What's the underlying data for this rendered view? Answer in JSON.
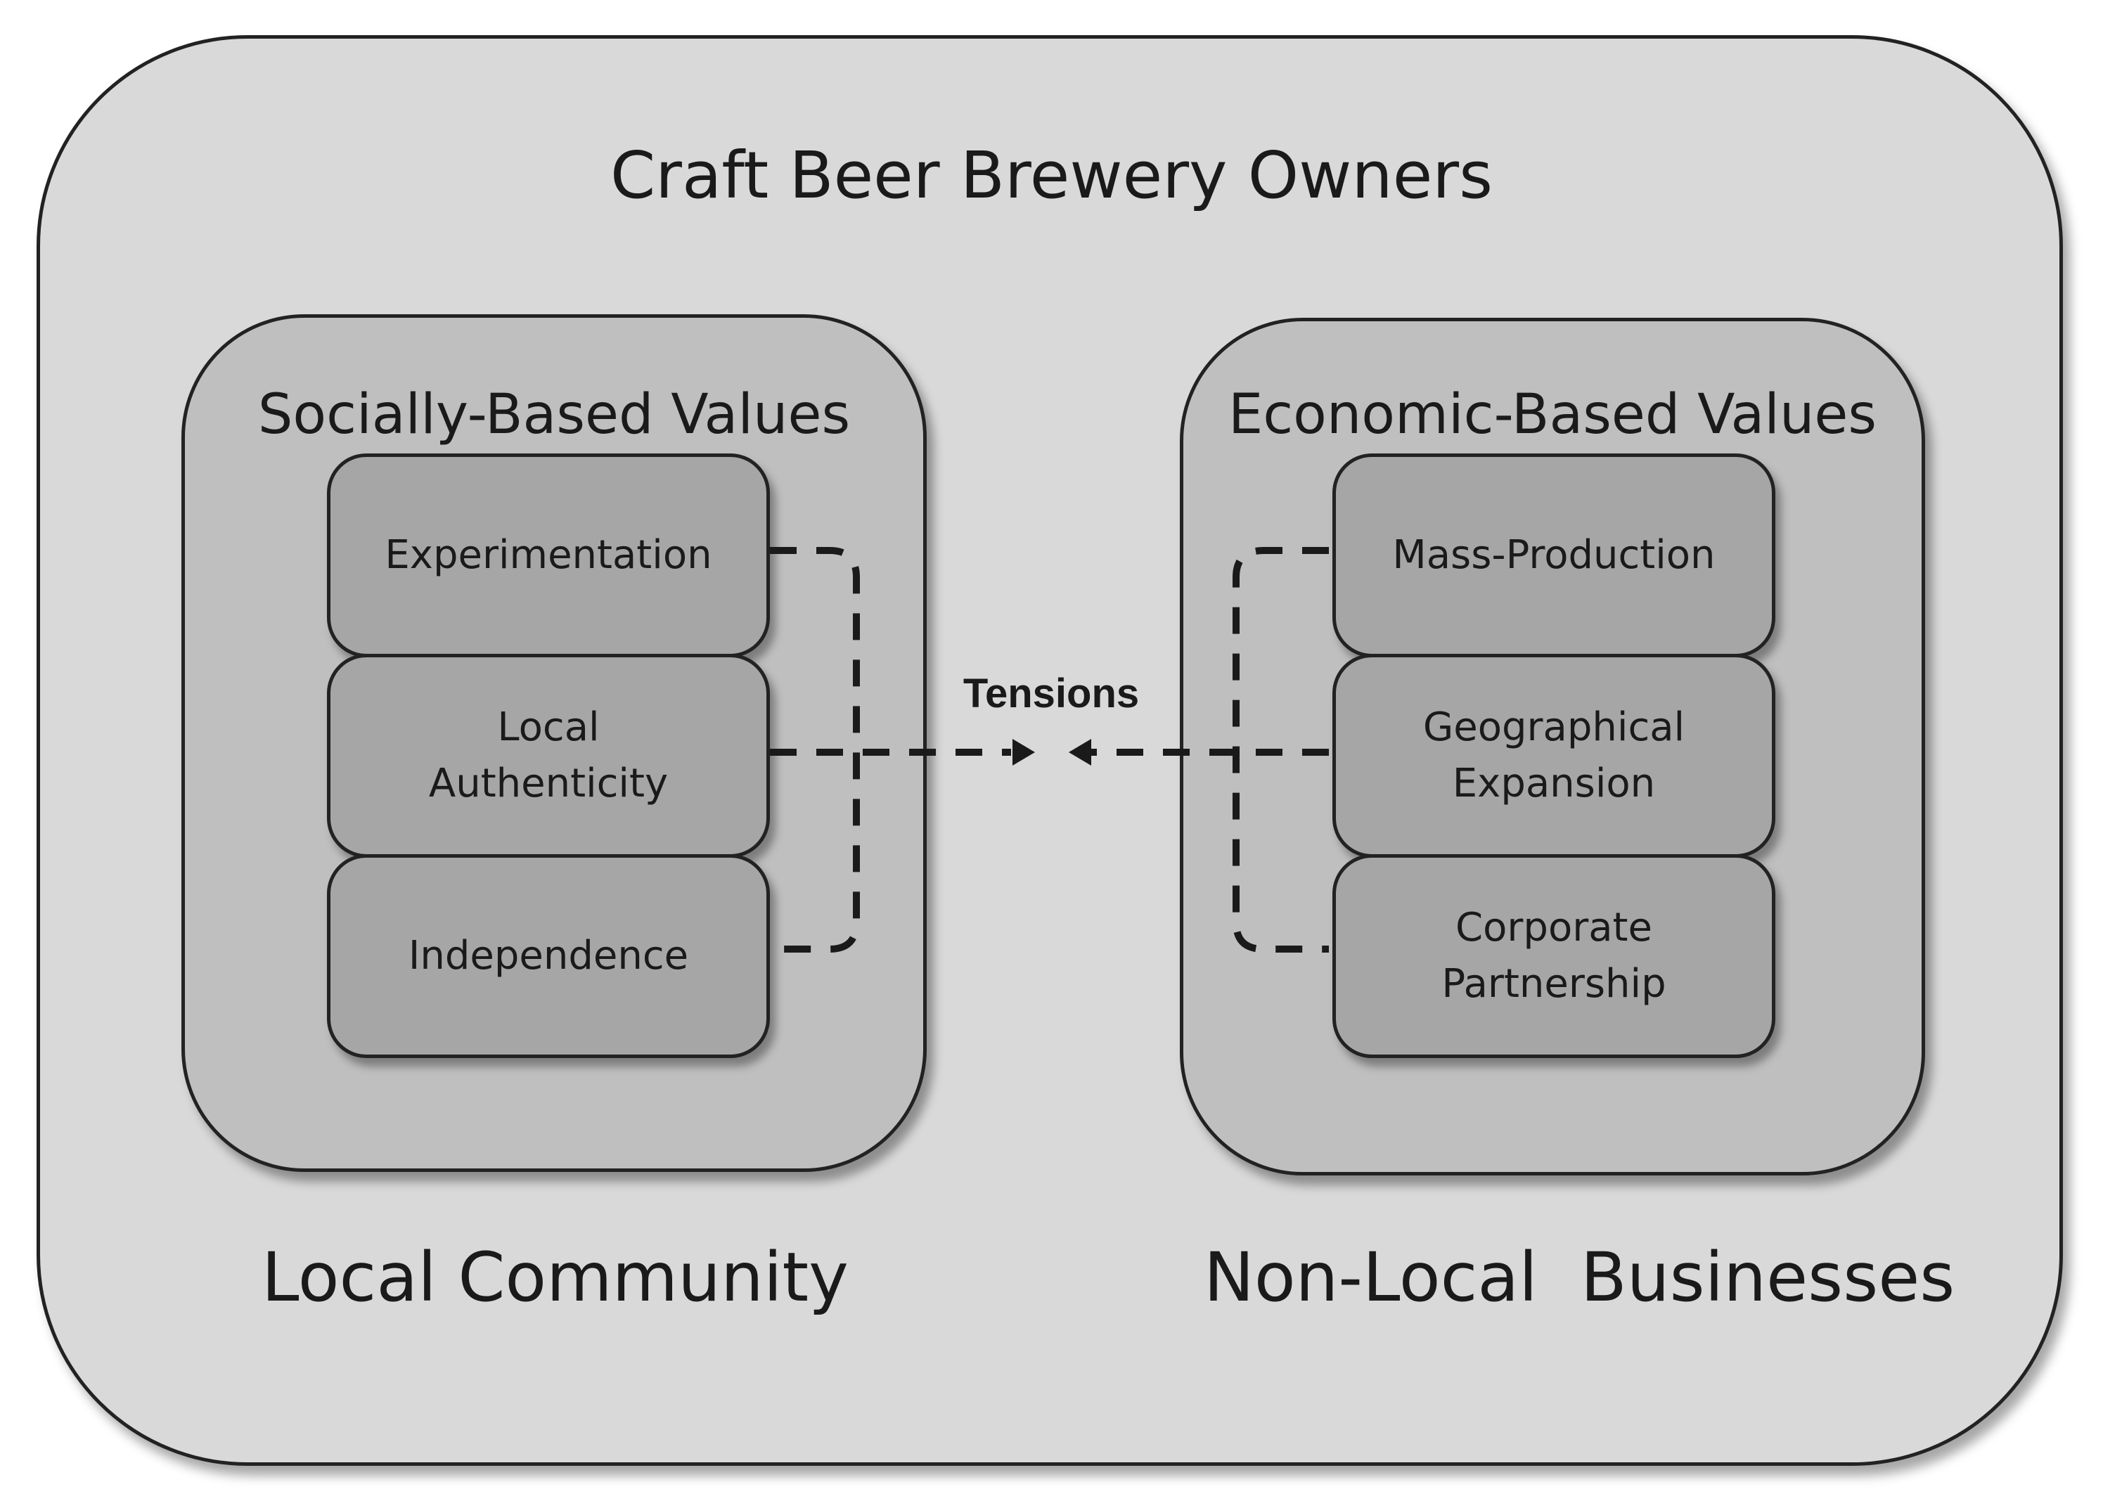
{
  "title": "Craft Beer Brewery Owners",
  "left_group": {
    "title": "Socially-Based Values",
    "items": [
      "Experimentation",
      "Local\nAuthenticity",
      "Independence"
    ],
    "footer": "Local Community"
  },
  "right_group": {
    "title": "Economic-Based Values",
    "items": [
      "Mass-Production",
      "Geographical\nExpansion",
      "Corporate\nPartnership"
    ],
    "footer": "Non-Local  Businesses"
  },
  "connector_label": "Tensions",
  "colors": {
    "outer_fill": "#d9d9d9",
    "group_fill": "#bfbfbf",
    "item_fill": "#a6a6a6",
    "stroke": "#222222"
  }
}
